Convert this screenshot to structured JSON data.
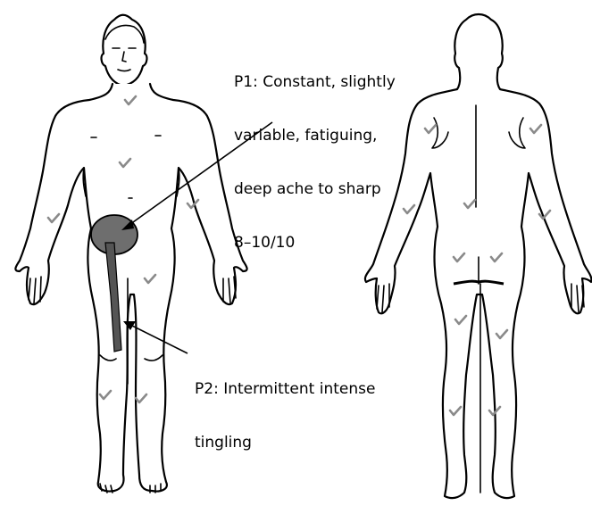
{
  "annotations": {
    "p1": {
      "lines": [
        "P1: Constant, slightly",
        "variable, fatiguing,",
        "deep ache to sharp",
        "8–10/10"
      ]
    },
    "p2": {
      "lines": [
        "P2: Intermittent intense",
        "tingling"
      ]
    }
  },
  "legend": {
    "check_mark": "✓"
  },
  "colors": {
    "outline": "#000000",
    "pain_area_fill": "#6e6e6e",
    "pain_stripe_fill": "#555555",
    "check_mark": "#8a8a8a",
    "background": "#ffffff"
  }
}
